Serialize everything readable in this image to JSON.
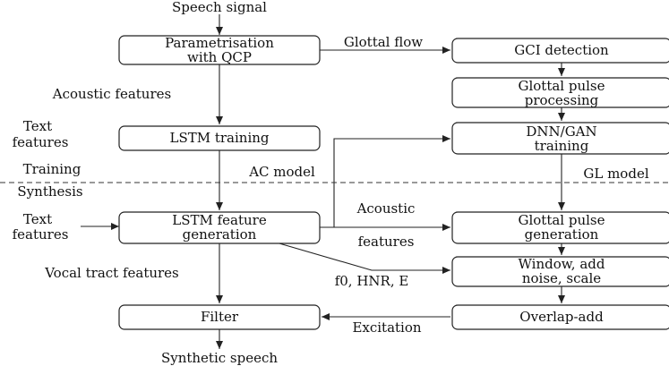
{
  "labels": {
    "speech_signal": "Speech signal",
    "parametrisation_l1": "Parametrisation",
    "parametrisation_l2": "with QCP",
    "glottal_flow": "Glottal flow",
    "gci_detection": "GCI detection",
    "acoustic_features_top": "Acoustic features",
    "glottal_pulse_processing_l1": "Glottal pulse",
    "glottal_pulse_processing_l2": "processing",
    "text_features_top_l1": "Text",
    "text_features_top_l2": "features",
    "lstm_training": "LSTM training",
    "dnn_gan_l1": "DNN/GAN",
    "dnn_gan_l2": "training",
    "training": "Training",
    "ac_model": "AC model",
    "gl_model": "GL model",
    "synthesis": "Synthesis",
    "text_features_bottom_l1": "Text",
    "text_features_bottom_l2": "features",
    "lstm_generation_l1": "LSTM feature",
    "lstm_generation_l2": "generation",
    "acoustic_features_mid_l1": "Acoustic",
    "acoustic_features_mid_l2": "features",
    "glottal_pulse_generation_l1": "Glottal pulse",
    "glottal_pulse_generation_l2": "generation",
    "vocal_tract_features": "Vocal tract features",
    "window_l1": "Window, add",
    "window_l2": "noise, scale",
    "f0_hnr_e": "f0, HNR, E",
    "filter": "Filter",
    "excitation": "Excitation",
    "overlap_add": "Overlap-add",
    "synthetic_speech": "Synthetic speech"
  }
}
